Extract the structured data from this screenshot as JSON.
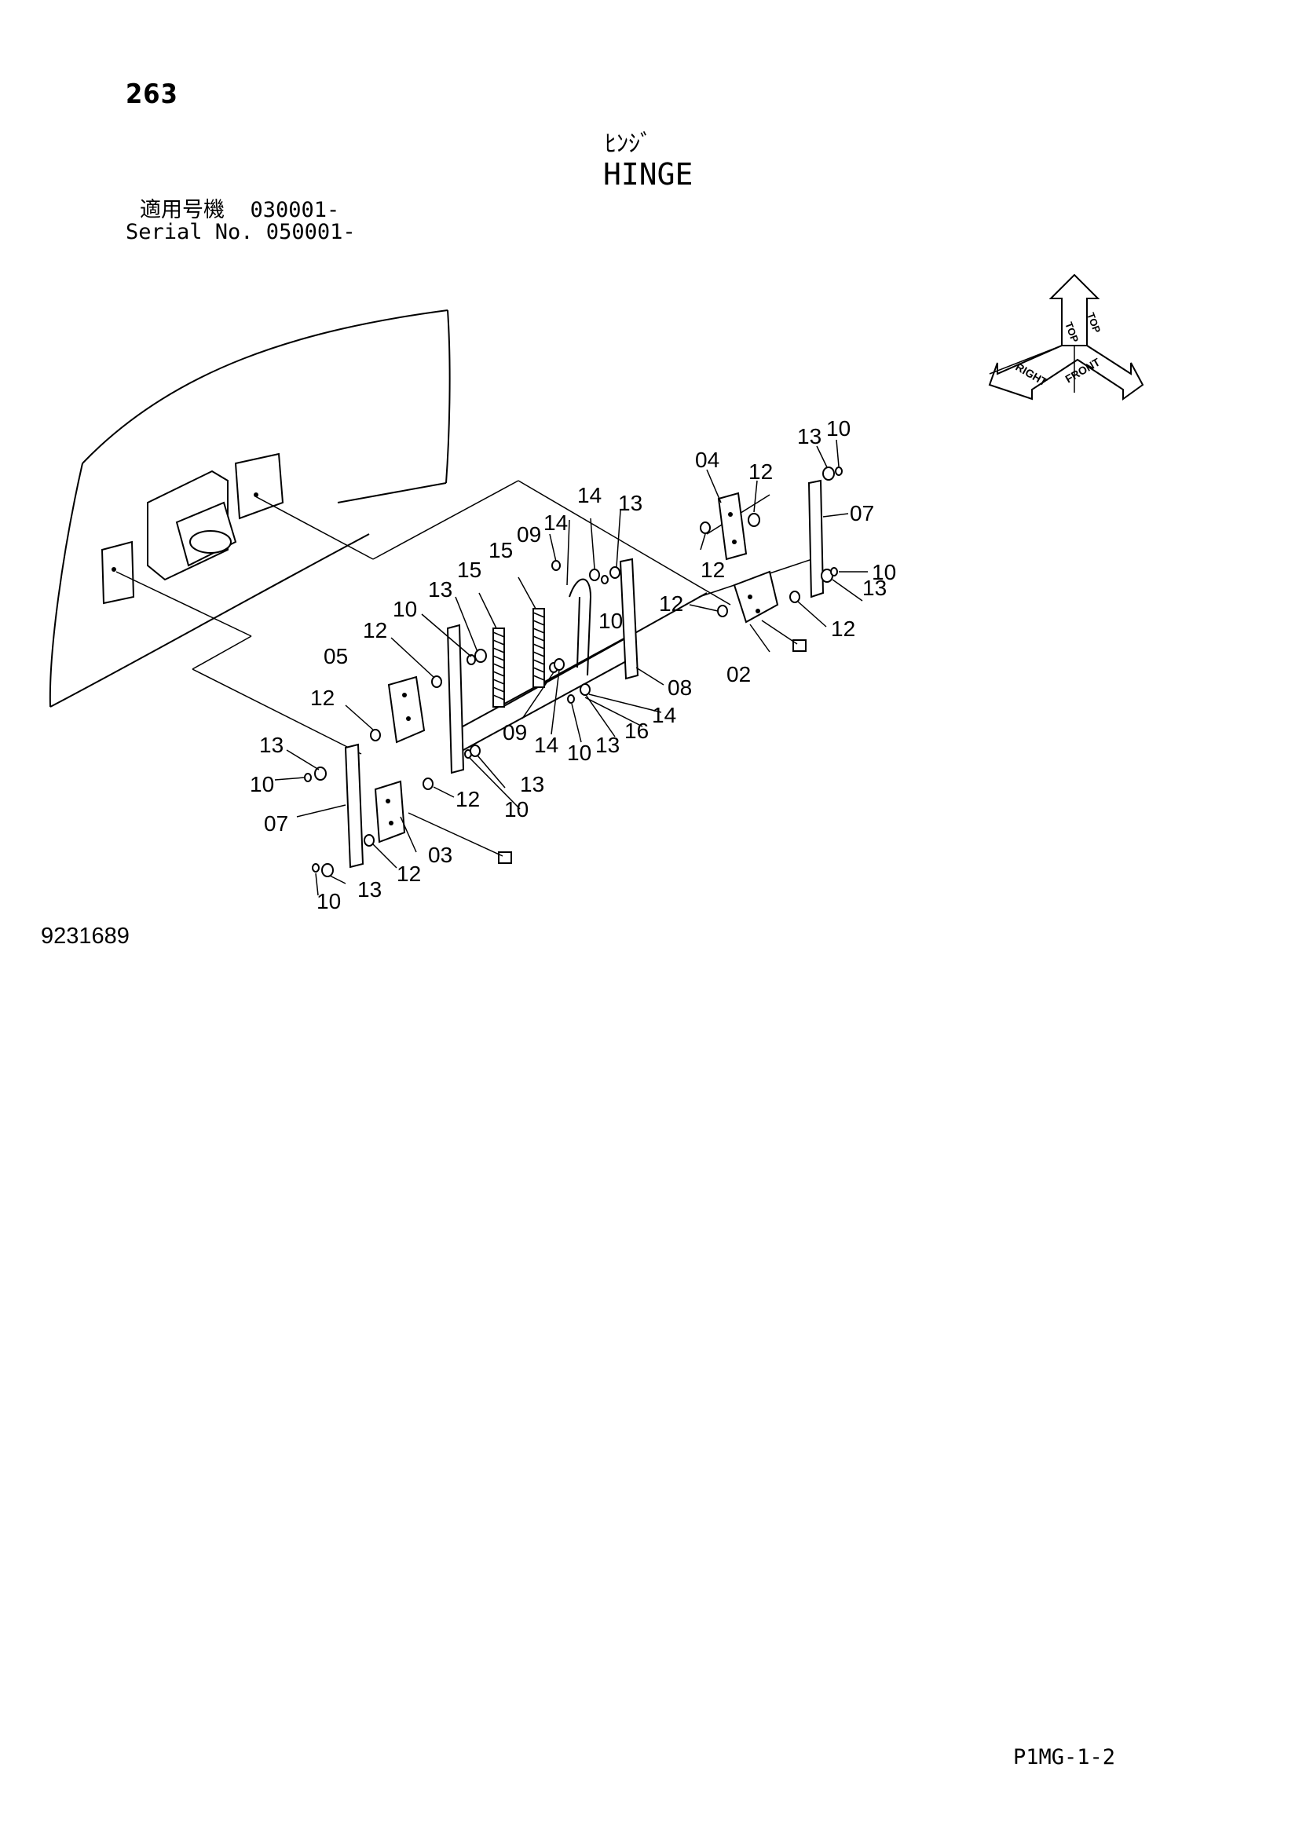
{
  "header": {
    "page_number": "263",
    "title_jp": "ﾋﾝｼﾞ",
    "title_en": "HINGE",
    "serial_jp": "適用号機  030001-",
    "serial_en": "Serial No. 050001-"
  },
  "footer": {
    "ref_number": "9231689",
    "page_code": "P1MG-1-2"
  },
  "orientation": {
    "top": "TOP",
    "front": "FRONT",
    "right": "RIGHT"
  },
  "callouts": {
    "c1": "13",
    "c2": "10",
    "c3": "04",
    "c4": "12",
    "c5": "14",
    "c6": "13",
    "c7": "07",
    "c8": "14",
    "c9": "09",
    "c10": "15",
    "c11": "12",
    "c12": "10",
    "c13": "13",
    "c14": "15",
    "c15": "13",
    "c16": "10",
    "c17": "12",
    "c18": "12",
    "c19": "05",
    "c20": "10",
    "c21": "12",
    "c22": "08",
    "c23": "02",
    "c24": "12",
    "c25": "14",
    "c26": "16",
    "c27": "13",
    "c28": "10",
    "c29": "14",
    "c30": "09",
    "c31": "13",
    "c32": "10",
    "c33": "12",
    "c34": "13",
    "c35": "10",
    "c36": "07",
    "c37": "03",
    "c38": "12",
    "c39": "13",
    "c40": "10"
  }
}
